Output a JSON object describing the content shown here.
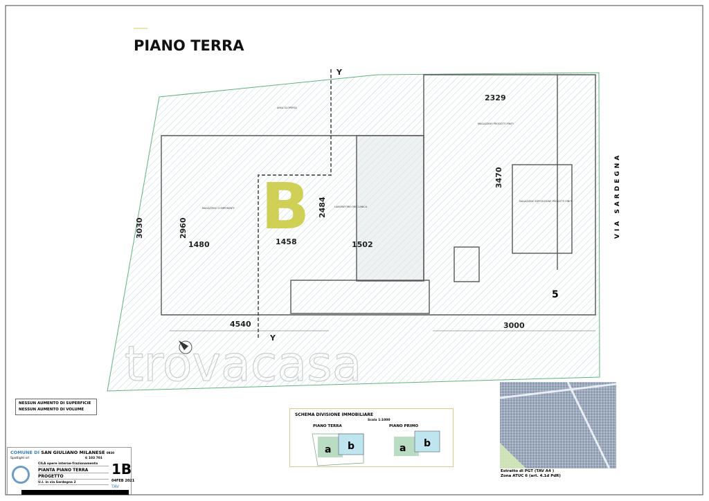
{
  "title": "PIANO TERRA",
  "site": {
    "street_label": "VIA SARDEGNA",
    "sector_letter": "B",
    "sector_number": "5",
    "section_marker": "Y",
    "watermark": "trovacasa",
    "dimensions": [
      "3030",
      "2960",
      "1480",
      "1458",
      "2484",
      "1502",
      "2329",
      "3470",
      "4540",
      "3000"
    ],
    "rooms": [
      "AREA SCOPERTA",
      "MAGAZZINO COMPONENTI",
      "LABORATORIO MECCANICA",
      "MAGAZZINO PRODOTTI FINITI",
      "MAGAZZINO ESPOSIZIONE PRODOTTI FINITI"
    ]
  },
  "notes": [
    "NESSUN AUMENTO DI SUPERFICIE",
    "NESSUN AUMENTO DI VOLUME"
  ],
  "title_block": {
    "comune_prefix": "COMUNE DI",
    "comune": "SAN GIULIANO MILANESE",
    "code": "0930",
    "date": "04FEB 2021",
    "tav_label": "TAV",
    "client": "Spotlight srl",
    "codes": "6  103   701",
    "subject": "CILA opere interne-frazionamento",
    "drawing": "PIANTA PIANO TERRA",
    "phase": "PROGETTO",
    "address": "U.I. in via Sardegna 2",
    "sheet": "1B"
  },
  "schema": {
    "title": "SCHEMA DIVISIONE IMMOBILIARE",
    "scale": "Scala 1:1000",
    "floors": [
      {
        "label": "PIANO TERRA",
        "units": [
          "a",
          "b"
        ]
      },
      {
        "label": "PIANO PRIMO",
        "units": [
          "a",
          "b"
        ]
      }
    ],
    "colors": {
      "a": "#b9dcc2",
      "b": "#bfe6ee"
    }
  },
  "pgt": {
    "caption_1": "Estratto di PGT    (TAV A4 )",
    "caption_2": "Zona ATUC 6 (art. 4.1d PdR)"
  },
  "colors": {
    "site_outline": "#5fb37a",
    "sector_letter": "#c8c83a",
    "hatch": "#9fc5cf"
  }
}
